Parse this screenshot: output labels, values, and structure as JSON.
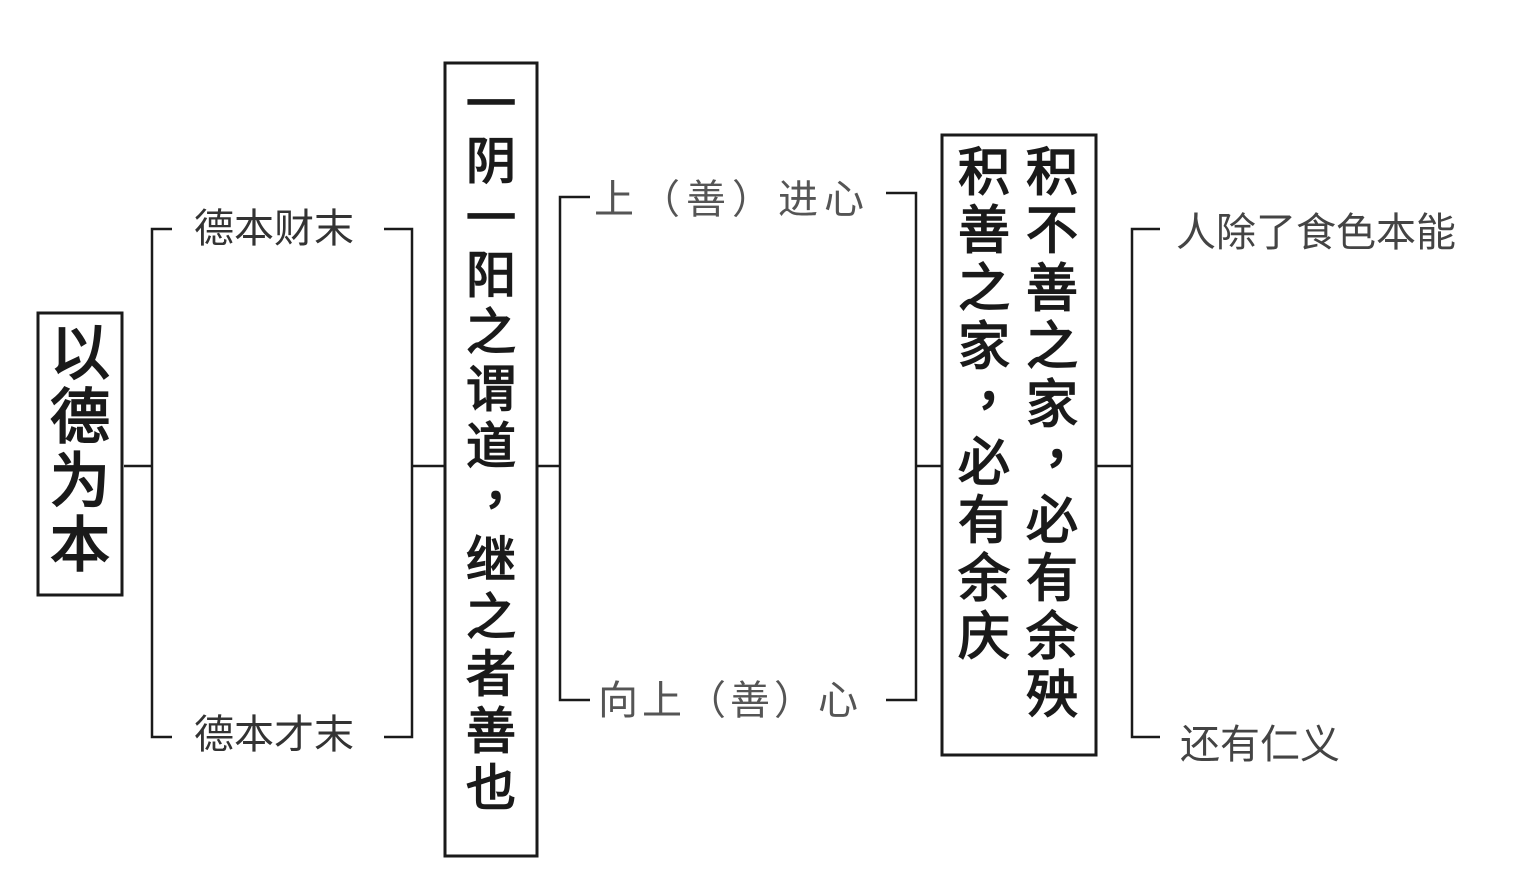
{
  "root": {
    "text": "以德为本"
  },
  "branch_a": {
    "top": "德本财末",
    "bottom": "德本才末"
  },
  "box_two": {
    "text": "一阴一阳之谓道，继之者善也"
  },
  "branch_b": {
    "top": "上（善）进心",
    "bottom": "向上（善）心"
  },
  "box_three": {
    "col_right": "积不善之家，必有余殃",
    "col_left": "积善之家，必有余庆"
  },
  "branch_c": {
    "top": "人除了食色本能",
    "bottom": "还有仁义"
  },
  "colors": {
    "ink": "#1a1a1a",
    "light_ink": "#333333",
    "background": "#ffffff"
  }
}
